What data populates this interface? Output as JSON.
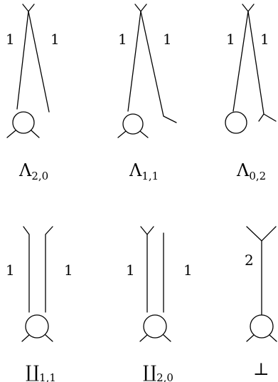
{
  "diagrams": [
    {
      "id": "lambda-2-0",
      "symbol": "Λ",
      "subscript": "2,0",
      "left_label": "1",
      "right_label": "1"
    },
    {
      "id": "lambda-1-1",
      "symbol": "Λ",
      "subscript": "1,1",
      "left_label": "1",
      "right_label": "1"
    },
    {
      "id": "lambda-0-2",
      "symbol": "Λ",
      "subscript": "0,2",
      "left_label": "1",
      "right_label": "1"
    },
    {
      "id": "coprod-1-1",
      "symbol": "∐",
      "subscript": "1,1",
      "left_label": "1",
      "right_label": "1"
    },
    {
      "id": "coprod-2-0",
      "symbol": "∐",
      "subscript": "2,0",
      "left_label": "1",
      "right_label": "1"
    },
    {
      "id": "bottom",
      "symbol": "⊥",
      "subscript": "",
      "left_label": "2",
      "right_label": ""
    }
  ]
}
